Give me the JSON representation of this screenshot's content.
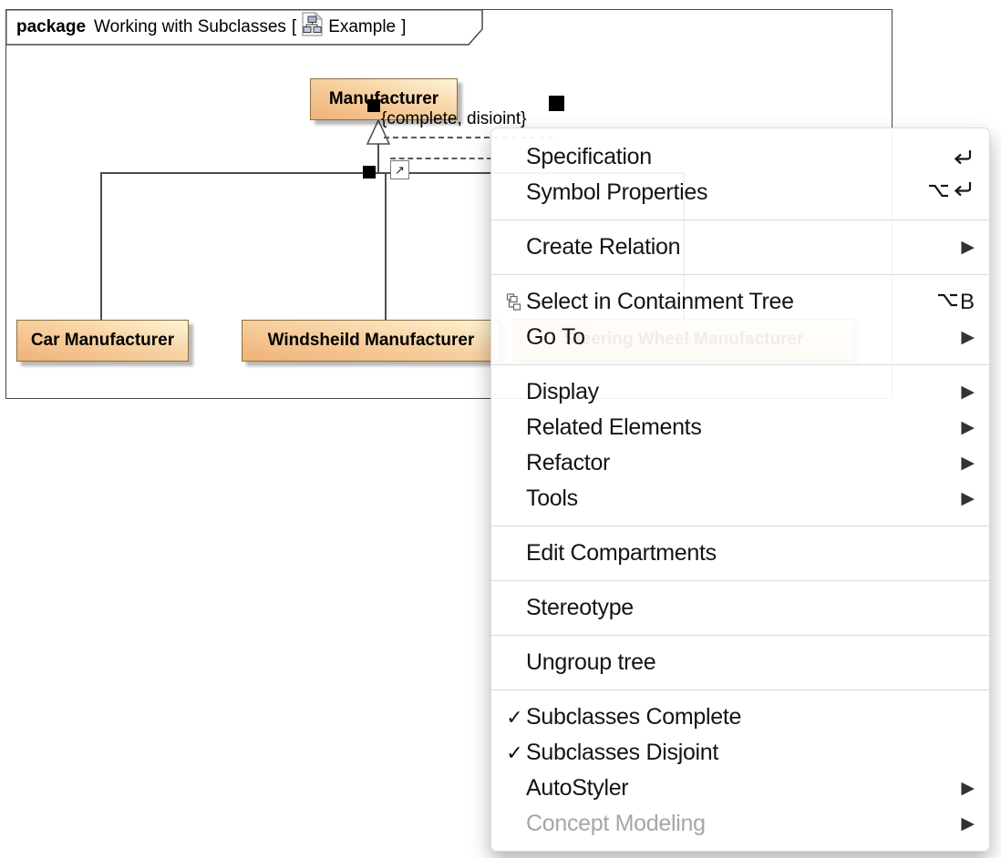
{
  "diagram": {
    "frame_header": {
      "keyword": "package",
      "title": "Working with Subclasses",
      "open_bracket": "[",
      "diagram_name": "Example",
      "close_bracket": "]"
    },
    "constraint_label": "{complete, disioint}",
    "classes": [
      {
        "name": "Manufacturer"
      },
      {
        "name": "Car Manufacturer"
      },
      {
        "name": "Windsheild Manufacturer"
      },
      {
        "name": "Steering Wheel Manufacturer"
      }
    ]
  },
  "context_menu": {
    "glyphs": {
      "check": "✓",
      "submenu": "▶",
      "smart_link": "↗"
    },
    "groups": [
      {
        "items": [
          {
            "label": "Specification",
            "shortcut": "Return"
          },
          {
            "label": "Symbol Properties",
            "shortcut": "Option+Return"
          }
        ]
      },
      {
        "items": [
          {
            "label": "Create Relation",
            "submenu": true
          }
        ]
      },
      {
        "items": [
          {
            "label": "Select in Containment Tree",
            "icon": "containment-tree",
            "shortcut": "Option+B",
            "shortcut_key": "B"
          },
          {
            "label": "Go To",
            "submenu": true
          }
        ]
      },
      {
        "items": [
          {
            "label": "Display",
            "submenu": true
          },
          {
            "label": "Related Elements",
            "submenu": true
          },
          {
            "label": "Refactor",
            "submenu": true
          },
          {
            "label": "Tools",
            "submenu": true
          }
        ]
      },
      {
        "items": [
          {
            "label": "Edit Compartments"
          }
        ]
      },
      {
        "items": [
          {
            "label": "Stereotype"
          }
        ]
      },
      {
        "items": [
          {
            "label": "Ungroup tree"
          }
        ]
      },
      {
        "items": [
          {
            "label": "Subclasses Complete",
            "checked": true
          },
          {
            "label": "Subclasses Disjoint",
            "checked": true
          },
          {
            "label": "AutoStyler",
            "submenu": true
          },
          {
            "label": "Concept Modeling",
            "submenu": true,
            "disabled": true
          }
        ]
      }
    ]
  },
  "colors": {
    "class_fill_dark": "#efb278",
    "class_fill_light": "#fdf5d8",
    "class_border": "#8e6f3e",
    "frame_border": "#4a4a4a",
    "menu_separator": "#dadada",
    "menu_disabled_text": "#a6a6a6"
  }
}
